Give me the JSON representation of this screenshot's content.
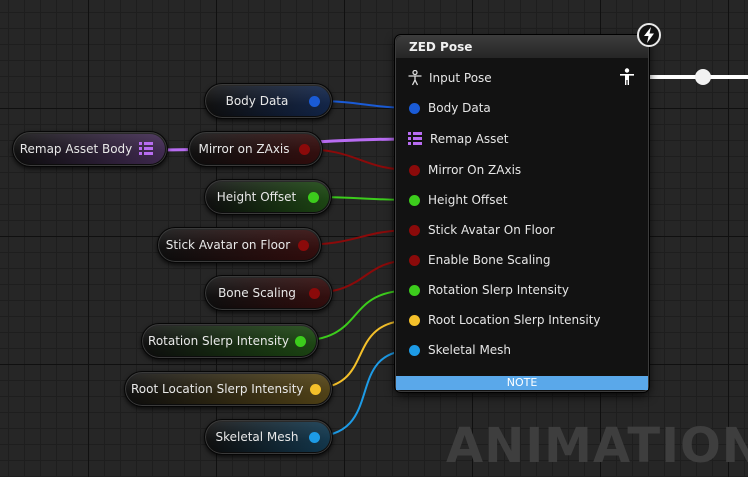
{
  "function_node": {
    "title": "ZED Pose",
    "badge_icon": "lightning-icon",
    "inputs": [
      {
        "label": "Input Pose",
        "pin": "pose",
        "color": "#ffffff"
      },
      {
        "label": "Body Data",
        "pin": "circle",
        "color": "#1a5bd6"
      },
      {
        "label": "Remap Asset",
        "pin": "grid",
        "color": "#b86cf2"
      },
      {
        "label": "Mirror On ZAxis",
        "pin": "circle",
        "color": "#8b0a0a"
      },
      {
        "label": "Height Offset",
        "pin": "circle",
        "color": "#3ccc1c"
      },
      {
        "label": "Stick Avatar On Floor",
        "pin": "circle",
        "color": "#8b0a0a"
      },
      {
        "label": "Enable Bone Scaling",
        "pin": "circle",
        "color": "#8b0a0a"
      },
      {
        "label": "Rotation Slerp Intensity",
        "pin": "circle",
        "color": "#3ccc1c"
      },
      {
        "label": "Root Location Slerp Intensity",
        "pin": "circle",
        "color": "#f4c02a"
      },
      {
        "label": "Skeletal Mesh",
        "pin": "circle",
        "color": "#1d9be6"
      }
    ],
    "output_pin_icon": "pose-person-icon",
    "note_label": "NOTE"
  },
  "variable_nodes": [
    {
      "label": "Body  Data",
      "color": "#1a5bd6"
    },
    {
      "label": "Remap Asset Body",
      "color": "#b86cf2"
    },
    {
      "label": "Mirror on ZAxis",
      "color": "#8b0a0a"
    },
    {
      "label": "Height Offset",
      "color": "#3ccc1c"
    },
    {
      "label": "Stick Avatar on Floor",
      "color": "#8b0a0a"
    },
    {
      "label": "Bone Scaling",
      "color": "#8b0a0a"
    },
    {
      "label": "Rotation Slerp Intensity",
      "color": "#3ccc1c"
    },
    {
      "label": "Root Location Slerp Intensity",
      "color": "#f4c02a"
    },
    {
      "label": "Skeletal Mesh",
      "color": "#1d9be6"
    }
  ],
  "watermark": "ANIMATION"
}
